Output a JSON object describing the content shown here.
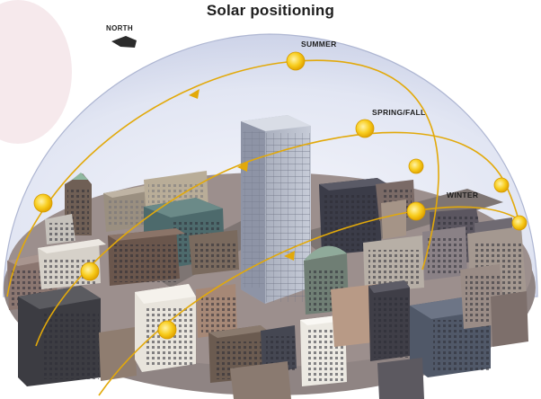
{
  "title": "Solar positioning",
  "compass": {
    "label": "NORTH",
    "icon": "north-arrow-icon"
  },
  "sun_paths": [
    {
      "label": "SUMMER",
      "color": "#e8b400"
    },
    {
      "label": "SPRING/FALL",
      "color": "#e8b400"
    },
    {
      "label": "WINTER",
      "color": "#e8b400"
    }
  ],
  "colors": {
    "dome": "#dfe3f1",
    "ground": "#8a7f7d",
    "path": "#e2a90a",
    "sun": "#f6c214"
  }
}
